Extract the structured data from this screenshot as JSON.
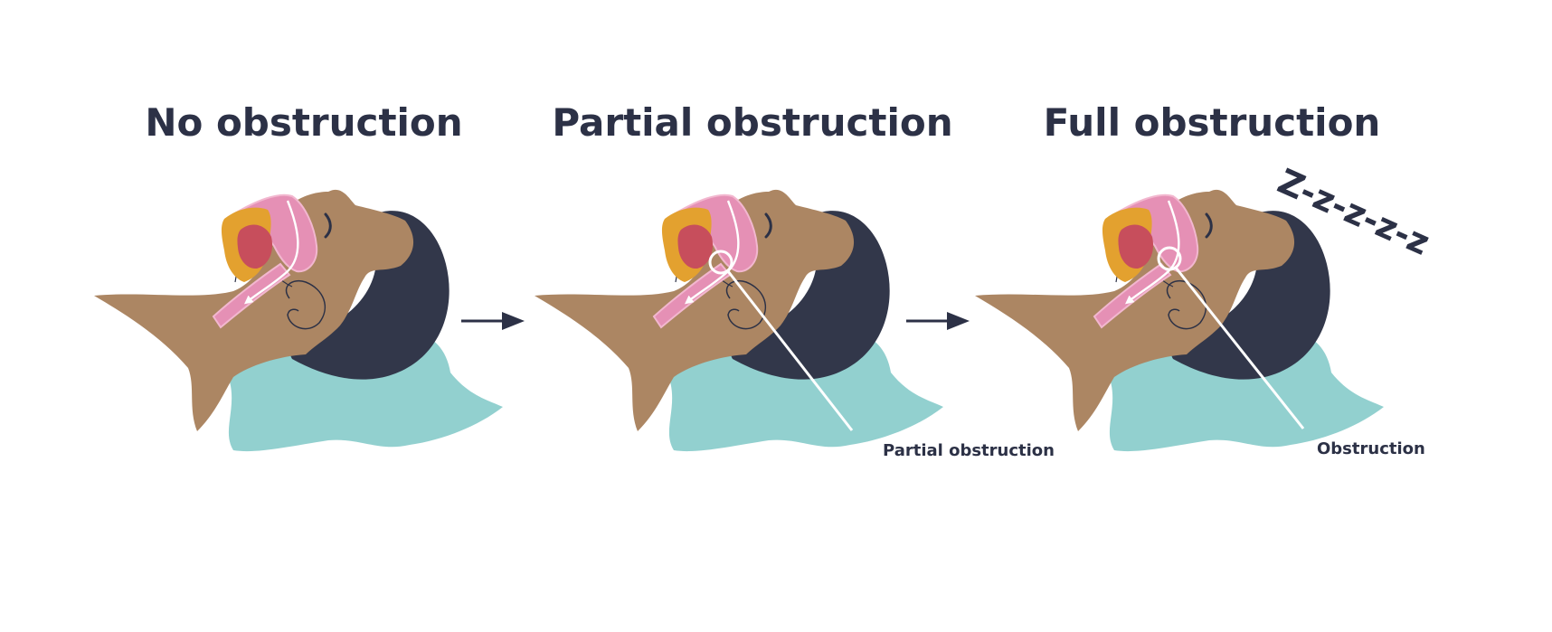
{
  "stages": [
    {
      "title": "No obstruction",
      "callout": ""
    },
    {
      "title": "Partial obstruction",
      "callout": "Partial obstruction"
    },
    {
      "title": "Full obstruction",
      "callout": "Obstruction"
    }
  ],
  "snore_text": "Z-z-z-z-z",
  "colors": {
    "skin": "#ac8663",
    "hair": "#32374a",
    "pillow": "#92d0cf",
    "airway": "#e590b5",
    "airway_outline": "#f2b7cf",
    "tongue": "#c74e5c",
    "bone": "#e3a12f",
    "title": "#2c3146",
    "arrow": "#2c3146"
  },
  "icons": {
    "progress_arrow": "right-arrow-icon",
    "airflow_arrow": "airflow-arrow-icon",
    "obstruction_marker": "circle-marker-icon"
  }
}
